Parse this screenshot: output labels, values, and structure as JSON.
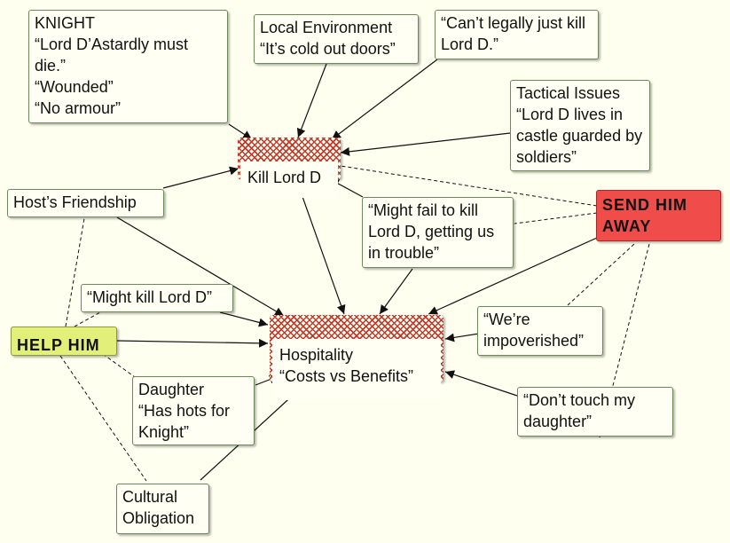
{
  "nodes": {
    "knight": "KNIGHT\n“Lord D’Astardly must die.”\n“Wounded”\n“No armour”",
    "local_env": "Local Environment\n“It’s cold out doors”",
    "cant_kill": "“Can’t legally just kill Lord D.”",
    "tactical": "Tactical Issues\n“Lord D lives in castle guarded by soldiers”",
    "kill_lord_d": "Kill Lord D",
    "hosts_friendship": "Host’s Friendship",
    "might_fail": "“Might fail to kill Lord D, getting us in trouble”",
    "send_him_away": "SEND HIM AWAY",
    "might_kill": "“Might kill Lord D”",
    "help_him": "HELP HIM",
    "hospitality": "Hospitality\n“Costs vs Benefits”",
    "impoverished": "“We’re impoverished”",
    "daughter": "Daughter\n“Has hots for Knight”",
    "dont_touch": "“Don’t touch my daughter”",
    "cultural": "Cultural Obligation"
  },
  "colors": {
    "help_fill": "#e2f07a",
    "send_fill": "#f04d4a",
    "focus_border": "#c23a2a",
    "node_border": "#6b8a5a",
    "background": "#fffff0"
  }
}
